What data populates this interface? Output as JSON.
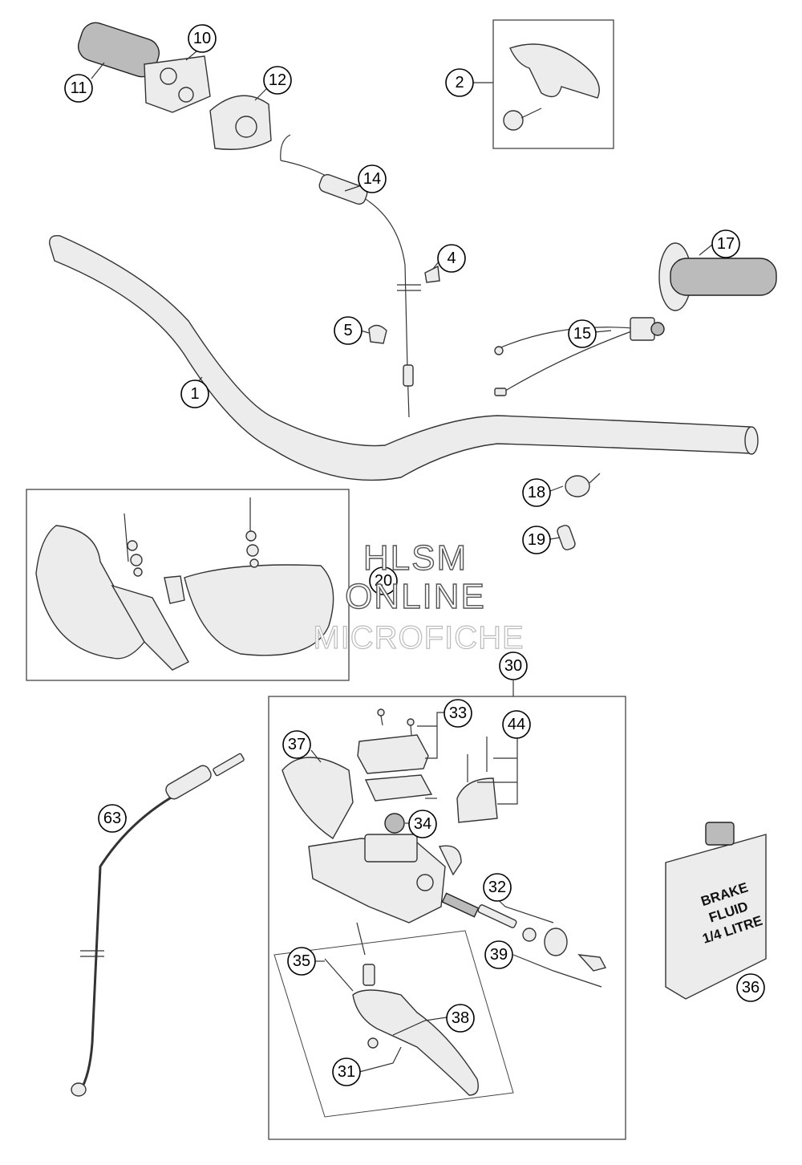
{
  "diagram": {
    "callouts": {
      "c1": "1",
      "c2": "2",
      "c4": "4",
      "c5": "5",
      "c10": "10",
      "c11": "11",
      "c12": "12",
      "c14": "14",
      "c15": "15",
      "c17": "17",
      "c18": "18",
      "c19": "19",
      "c20": "20",
      "c30": "30",
      "c31": "31",
      "c32": "32",
      "c33": "33",
      "c34": "34",
      "c35": "35",
      "c36": "36",
      "c37": "37",
      "c38": "38",
      "c39": "39",
      "c44": "44",
      "c63": "63"
    },
    "fluid_label": {
      "line1": "BRAKE",
      "line2": "FLUID",
      "line3": "1/4 LITRE"
    },
    "watermark": {
      "line1": "HLSM",
      "line2": "ONLINE",
      "line3": "MICROFICHE"
    }
  }
}
